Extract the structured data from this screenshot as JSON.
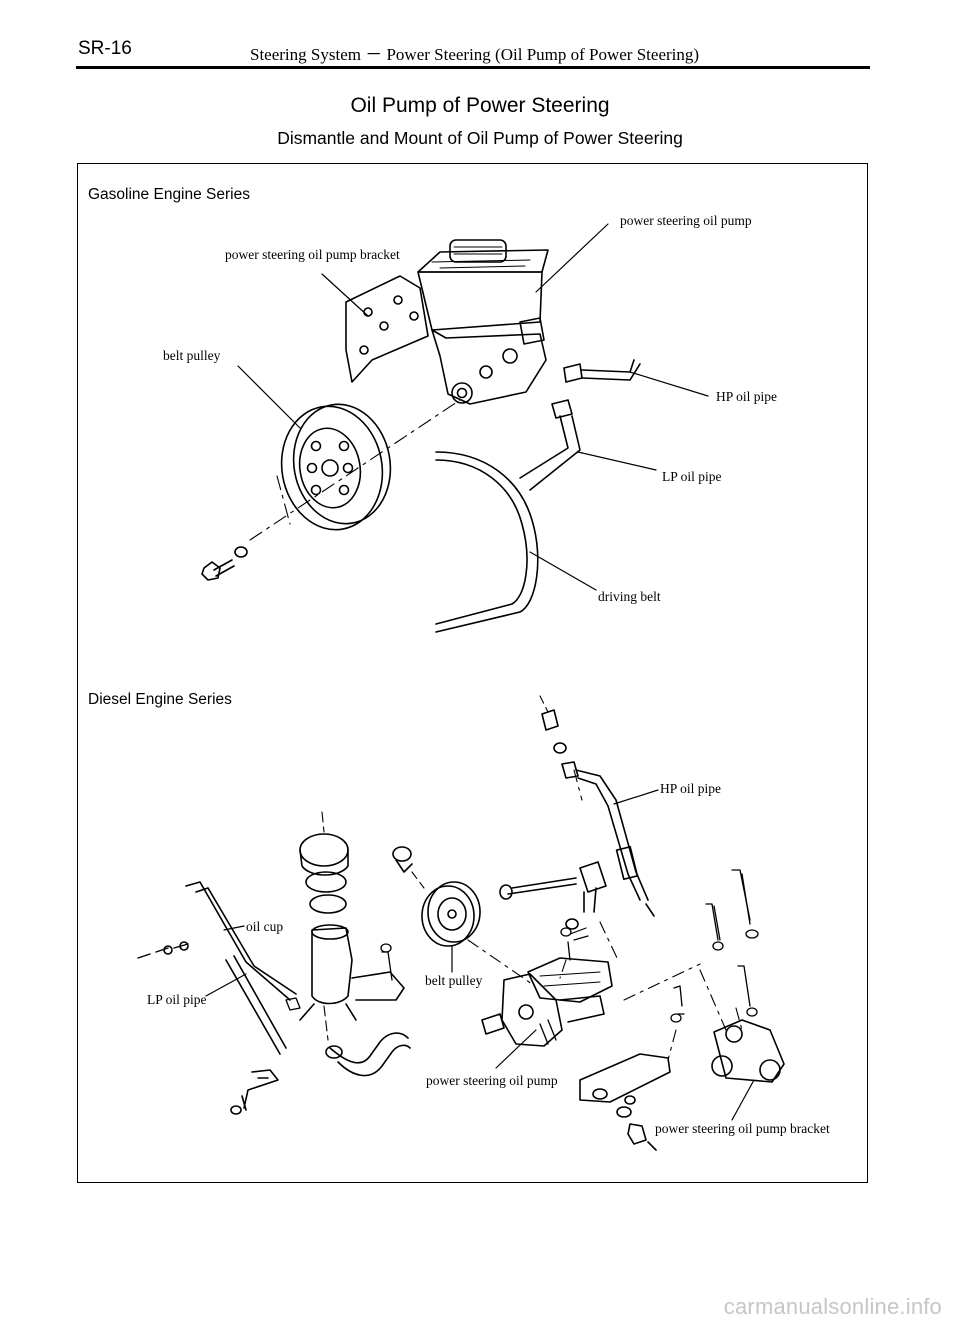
{
  "header": {
    "page_code": "SR-16",
    "title": "Steering System － Power Steering (Oil Pump of Power Steering)"
  },
  "main_title": "Oil Pump of Power Steering",
  "sub_title": "Dismantle and Mount of Oil Pump of Power Steering",
  "gasoline": {
    "section_label": "Gasoline Engine Series",
    "callouts": {
      "pump": "power steering oil pump",
      "bracket": "power steering oil pump bracket",
      "pulley": "belt pulley",
      "hp_pipe": "HP oil pipe",
      "lp_pipe": "LP oil pipe",
      "belt": "driving belt"
    }
  },
  "diesel": {
    "section_label": "Diesel Engine Series",
    "callouts": {
      "hp_pipe": "HP oil pipe",
      "oil_cup": "oil cup",
      "lp_pipe": "LP oil pipe",
      "pulley": "belt pulley",
      "pump": "power steering oil pump",
      "bracket": "power steering oil pump bracket"
    }
  },
  "watermark": "carmanualsonline.info"
}
